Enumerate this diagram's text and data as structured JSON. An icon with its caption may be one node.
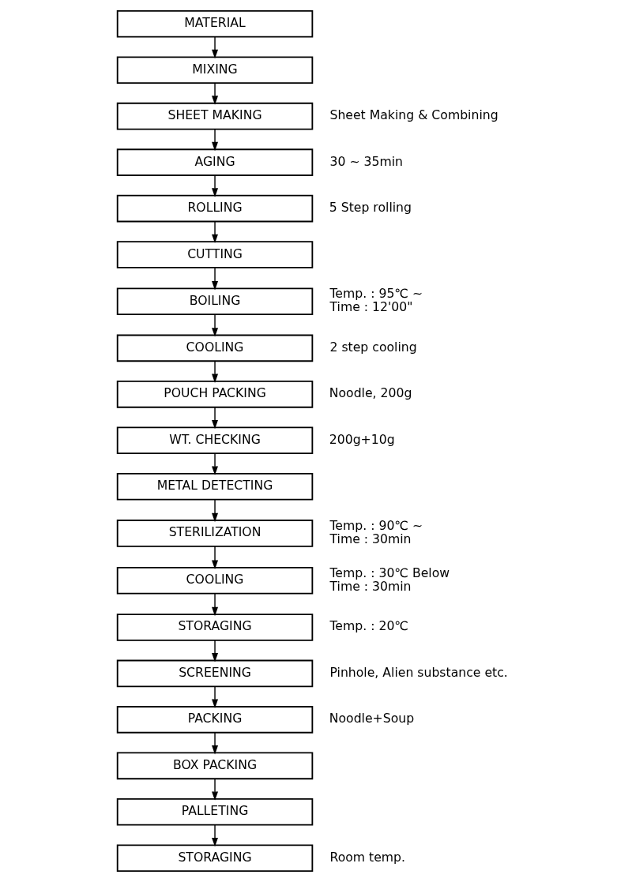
{
  "diagram": {
    "nodes": [
      {
        "text": [
          "MATERIAL"
        ]
      },
      {
        "text": [
          "MIXING"
        ]
      },
      {
        "text": [
          "SHEET MAKING"
        ],
        "beside": [
          "Sheet Making & Combining"
        ]
      },
      {
        "text": [
          "AGING"
        ],
        "beside": [
          "30 ~ 35min"
        ]
      },
      {
        "text": [
          "ROLLING"
        ],
        "beside": [
          "5 Step rolling"
        ]
      },
      {
        "text": [
          "CUTTING"
        ]
      },
      {
        "text": [
          "BOILING"
        ],
        "beside": [
          "Temp. : 95℃ ~",
          "Time : 12'00\""
        ]
      },
      {
        "text": [
          "COOLING"
        ],
        "beside": [
          "2 step cooling"
        ]
      },
      {
        "text": [
          "POUCH PACKING"
        ],
        "beside": [
          "Noodle, 200g"
        ]
      },
      {
        "text": [
          "WT. CHECKING"
        ],
        "beside": [
          "200g+10g"
        ]
      },
      {
        "text": [
          "METAL DETECTING"
        ]
      },
      {
        "text": [
          "STERILIZATION"
        ],
        "beside": [
          "Temp. : 90℃ ~",
          "Time : 30min"
        ]
      },
      {
        "text": [
          "COOLING"
        ],
        "beside": [
          "Temp. : 30℃ Below",
          "Time : 30min"
        ]
      },
      {
        "text": [
          "STORAGING"
        ],
        "beside": [
          "Temp. : 20℃"
        ]
      },
      {
        "text": [
          "SCREENING"
        ],
        "beside": [
          "Pinhole, Alien substance etc."
        ]
      },
      {
        "text": [
          "PACKING"
        ],
        "beside": [
          "Noodle+Soup"
        ]
      },
      {
        "text": [
          "BOX PACKING"
        ]
      },
      {
        "text": [
          "PALLETING"
        ]
      },
      {
        "text": [
          "STORAGING"
        ],
        "beside": [
          "Room temp."
        ]
      }
    ],
    "edges": [
      {
        "from": 0,
        "to": 1,
        "arrow": "to"
      },
      {
        "from": 1,
        "to": 2,
        "arrow": "to"
      },
      {
        "from": 2,
        "to": 3,
        "arrow": "to"
      },
      {
        "from": 3,
        "to": 4,
        "arrow": "to"
      },
      {
        "from": 4,
        "to": 5,
        "arrow": "to"
      },
      {
        "from": 5,
        "to": 6,
        "arrow": "to"
      },
      {
        "from": 6,
        "to": 7,
        "arrow": "to"
      },
      {
        "from": 7,
        "to": 8,
        "arrow": "to"
      },
      {
        "from": 8,
        "to": 9,
        "arrow": "to"
      },
      {
        "from": 9,
        "to": 10,
        "arrow": "to"
      },
      {
        "from": 10,
        "to": 11,
        "arrow": "to"
      },
      {
        "from": 11,
        "to": 12,
        "arrow": "to"
      },
      {
        "from": 12,
        "to": 13,
        "arrow": "to"
      },
      {
        "from": 13,
        "to": 14,
        "arrow": "to"
      },
      {
        "from": 14,
        "to": 15,
        "arrow": "to"
      },
      {
        "from": 15,
        "to": 16,
        "arrow": "to"
      },
      {
        "from": 16,
        "to": 17,
        "arrow": "to"
      },
      {
        "from": 17,
        "to": 18,
        "arrow": "to"
      }
    ]
  }
}
